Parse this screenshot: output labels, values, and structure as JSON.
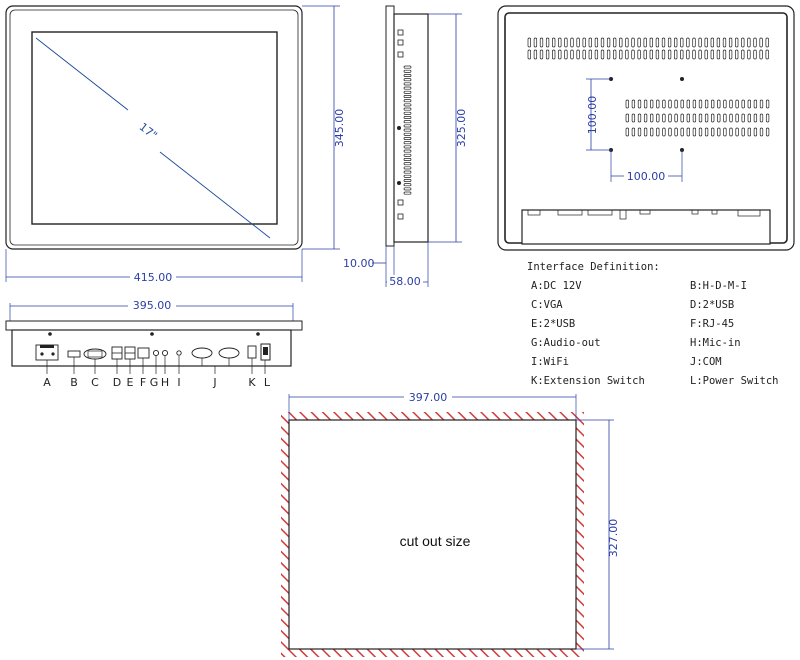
{
  "screen_size": "17\"",
  "dimensions": {
    "front_width": "415.00",
    "front_height": "345.00",
    "side_inner_height": "325.00",
    "side_bezel": "10.00",
    "side_depth": "58.00",
    "bottom_width": "395.00",
    "vesa_horizontal": "100.00",
    "vesa_vertical": "100.00",
    "cutout_width": "397.00",
    "cutout_height": "327.00"
  },
  "cutout_label": "cut out size",
  "interface": {
    "title": "Interface Definition:",
    "items": [
      {
        "text": "A:DC 12V"
      },
      {
        "text": "B:H-D-M-I"
      },
      {
        "text": "C:VGA"
      },
      {
        "text": "D:2*USB"
      },
      {
        "text": "E:2*USB"
      },
      {
        "text": "F:RJ-45"
      },
      {
        "text": "G:Audio-out"
      },
      {
        "text": "H:Mic-in"
      },
      {
        "text": "I:WiFi"
      },
      {
        "text": "J:COM"
      },
      {
        "text": "K:Extension Switch"
      },
      {
        "text": "L:Power Switch"
      }
    ]
  },
  "port_letters": [
    "A",
    "B",
    "C",
    "D",
    "E",
    "F",
    "G",
    "H",
    "I",
    "J",
    "K",
    "L"
  ],
  "colors": {
    "dimension": "#2a3fa8",
    "outline": "#222222",
    "hatch": "#d23a3a"
  }
}
